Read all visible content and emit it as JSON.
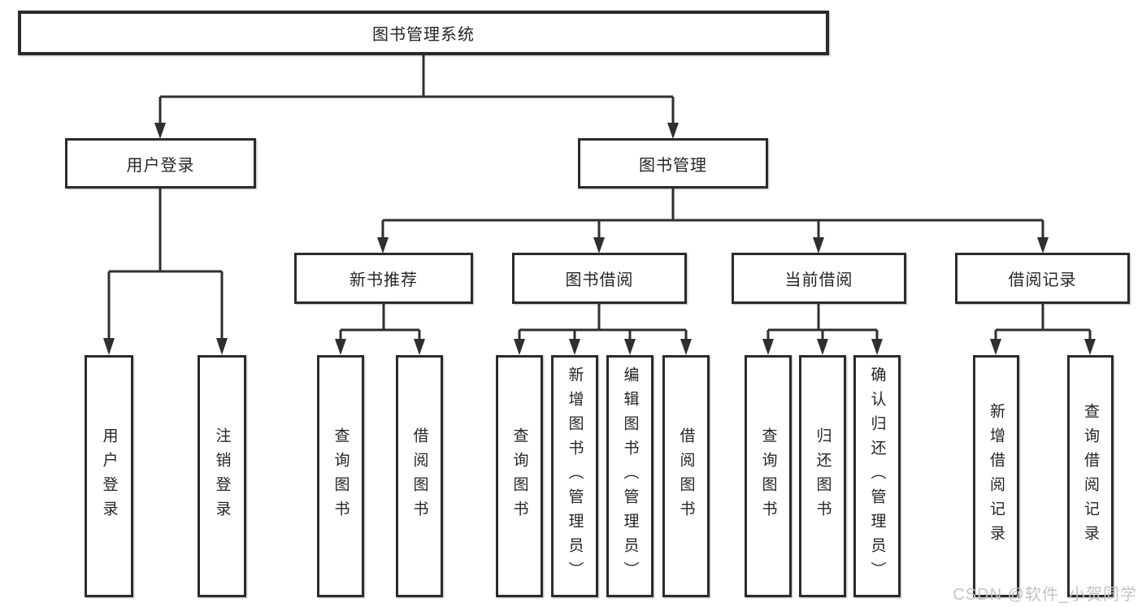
{
  "colors": {
    "background": "#ffffff",
    "line": "#2f2f2f",
    "box_border": "#2b2b2b",
    "text": "#252525",
    "watermark": "#c3c3c3"
  },
  "nodes": {
    "root": {
      "label": "图书管理系统"
    },
    "branches": [
      {
        "label": "用户登录",
        "children": [
          {
            "label": "用户登录"
          },
          {
            "label": "注销登录"
          }
        ]
      },
      {
        "label": "图书管理",
        "children": [
          {
            "label": "新书推荐",
            "children": [
              {
                "label": "查询图书"
              },
              {
                "label": "借阅图书"
              }
            ]
          },
          {
            "label": "图书借阅",
            "children": [
              {
                "label": "查询图书"
              },
              {
                "label": "新增图书（管理员）"
              },
              {
                "label": "编辑图书（管理员）"
              },
              {
                "label": "借阅图书"
              }
            ]
          },
          {
            "label": "当前借阅",
            "children": [
              {
                "label": "查询图书"
              },
              {
                "label": "归还图书"
              },
              {
                "label": "确认归还（管理员）"
              }
            ]
          },
          {
            "label": "借阅记录",
            "children": [
              {
                "label": "新增借阅记录"
              },
              {
                "label": "查询借阅记录"
              }
            ]
          }
        ]
      }
    ]
  },
  "watermark": {
    "text": "CSDN @软件_小贺同学"
  }
}
